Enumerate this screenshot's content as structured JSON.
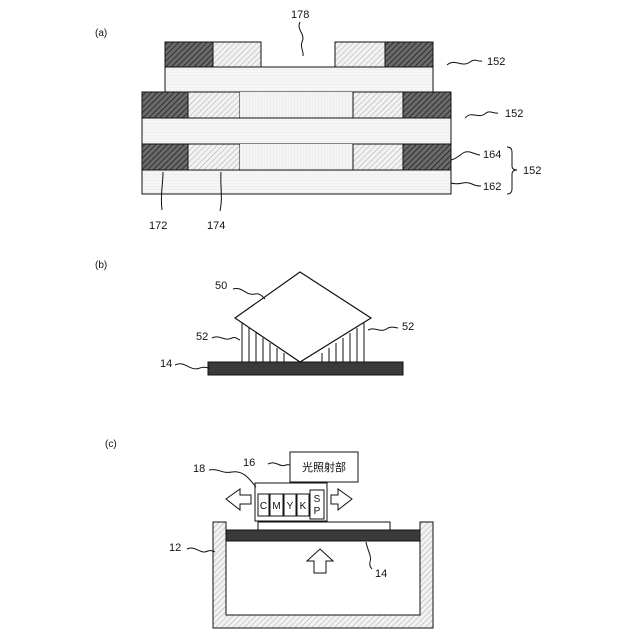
{
  "panels": {
    "a": {
      "tag": "(a)",
      "labels": {
        "n178": "178",
        "n152_top": "152",
        "n152_mid": "152",
        "n152_brace": "152",
        "n164": "164",
        "n162": "162",
        "n172": "172",
        "n174": "174"
      }
    },
    "b": {
      "tag": "(b)",
      "labels": {
        "n50": "50",
        "n52_left": "52",
        "n52_right": "52",
        "n14": "14"
      }
    },
    "c": {
      "tag": "(c)",
      "labels": {
        "n16": "16",
        "n18": "18",
        "n12": "12",
        "n14": "14"
      },
      "unit_box": "光照射部",
      "heads": [
        "C",
        "M",
        "Y",
        "K"
      ],
      "special_head": [
        "S",
        "P"
      ]
    }
  },
  "colors": {
    "line": "#111111",
    "dark_fill": "#3a3a3a",
    "medium_fill": "#9a9a9a",
    "light_fill": "#e8e8e8",
    "hatch_dark": "#555555",
    "hatch_light": "#bbbbbb"
  }
}
